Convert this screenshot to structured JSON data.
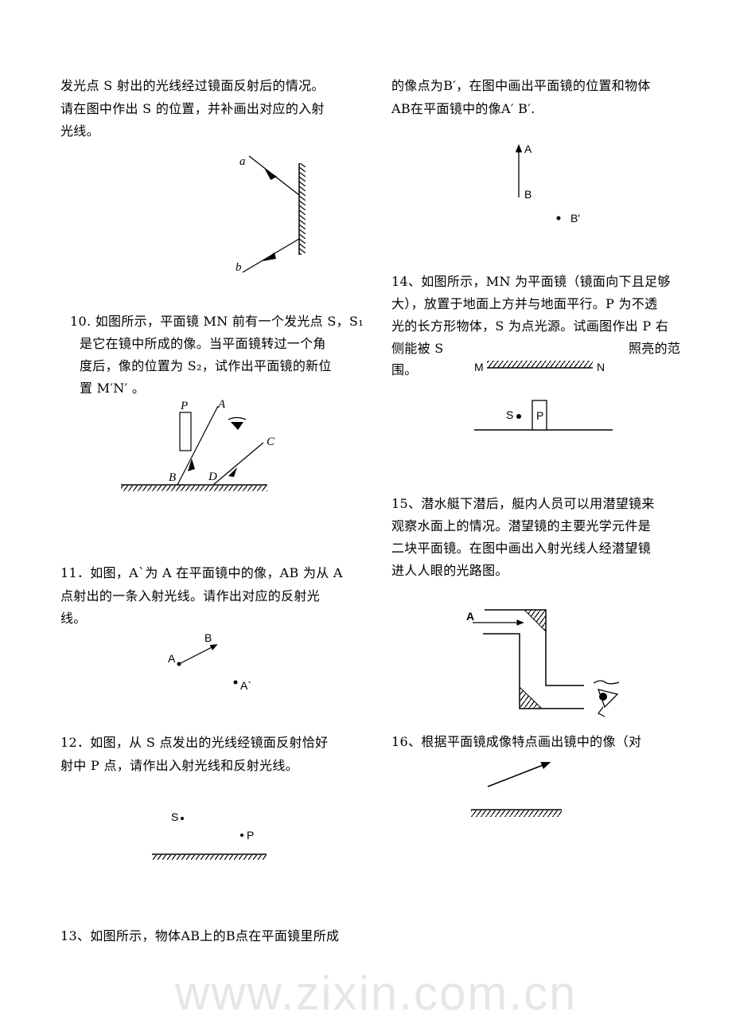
{
  "watermark": "www.zixin.com.cn",
  "left": {
    "q9": {
      "lines": [
        "发光点 S 射出的光线经过镜面反射后的情况。",
        "请在图中作出 S 的位置，并补画出对应的入射",
        "光线。"
      ],
      "fig_labels": {
        "a": "a",
        "b": "b"
      }
    },
    "q10": {
      "lines": [
        "10. 如图所示，平面镜 MN 前有一个发光点 S，S₁",
        "是它在镜中所成的像。当平面镜转过一个角",
        "度后，像的位置为 S₂，试作出平面镜的新位",
        "置 M′N′ 。"
      ],
      "fig_labels": {
        "P": "P",
        "A": "A",
        "B": "B",
        "C": "C",
        "D": "D"
      }
    },
    "q11": {
      "lines": [
        "11．如图，A`为 A 在平面镜中的像，AB 为从 A",
        "点射出的一条入射光线。请作出对应的反射光",
        "线。"
      ],
      "fig_labels": {
        "A": "A",
        "B": "B",
        "A_image": "A`"
      }
    },
    "q12": {
      "lines": [
        "12．如图，从 S 点发出的光线经镜面反射恰好",
        "射中 P 点，请作出入射光线和反射光线。"
      ],
      "fig_labels": {
        "S": "S",
        "P": "P"
      }
    },
    "q13": {
      "lines": [
        "13、如图所示，物体AB上的B点在平面镜里所成"
      ]
    }
  },
  "right": {
    "q13_cont": {
      "lines": [
        "的像点为B′，在图中画出平面镜的位置和物体",
        "AB在平面镜中的像A′ B′."
      ],
      "fig_labels": {
        "A": "A",
        "B": "B",
        "B_image": "B'"
      }
    },
    "q14": {
      "lines": [
        "14、如图所示，MN 为平面镜（镜面向下且足够",
        "大），放置于地面上方并与地面平行。P 为不透",
        "光的长方形物体，S 为点光源。试画图作出 P 右",
        "侧能被 S",
        "照亮的范",
        "围。"
      ],
      "fig_labels": {
        "M": "M",
        "N": "N",
        "S": "S",
        "P": "P"
      }
    },
    "q15": {
      "lines": [
        "15、潜水艇下潜后，艇内人员可以用潜望镜来",
        "观察水面上的情况。潜望镜的主要光学元件是",
        "二块平面镜。在图中画出入射光线人经潜望镜",
        "进人人眼的光路图。"
      ],
      "fig_labels": {
        "A": "A"
      }
    },
    "q16": {
      "lines": [
        "16、根据平面镜成像特点画出镜中的像（对"
      ]
    }
  }
}
